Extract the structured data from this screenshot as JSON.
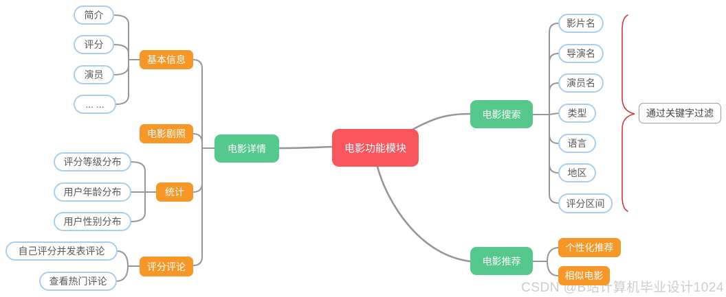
{
  "mindmap": {
    "root": {
      "label": "电影功能模块"
    },
    "branches": [
      {
        "label": "电影详情",
        "children": [
          {
            "label": "基本信息",
            "children": [
              {
                "label": "简介"
              },
              {
                "label": "评分"
              },
              {
                "label": "演员"
              },
              {
                "label": "... ..."
              }
            ]
          },
          {
            "label": "电影剧照",
            "children": []
          },
          {
            "label": "统计",
            "children": [
              {
                "label": "评分等级分布"
              },
              {
                "label": "用户年龄分布"
              },
              {
                "label": "用户性别分布"
              }
            ]
          },
          {
            "label": "评分评论",
            "children": [
              {
                "label": "自己评分并发表评论"
              },
              {
                "label": "查看热门评论"
              }
            ]
          }
        ]
      },
      {
        "label": "电影搜索",
        "children": [
          {
            "label": "影片名"
          },
          {
            "label": "导演名"
          },
          {
            "label": "演员名"
          },
          {
            "label": "类型"
          },
          {
            "label": "语言"
          },
          {
            "label": "地区"
          },
          {
            "label": "评分区间"
          }
        ],
        "annotation": {
          "label": "通过关键字过滤"
        }
      },
      {
        "label": "电影推荐",
        "children": [
          {
            "label": "个性化推荐"
          },
          {
            "label": "相似电影"
          }
        ]
      }
    ]
  },
  "watermark": "CSDN @B站计算机毕业设计1024",
  "colors": {
    "root_bg": "#F8555D",
    "branch_bg": "#55C98C",
    "sub_bg": "#F79728",
    "leaf_border": "#A9CEF0",
    "leaf_text": "#595959",
    "connector": "#969696",
    "brace": "#D2363C",
    "note_border": "#9B9B9B",
    "watermark_text": "#CDCDCD"
  }
}
